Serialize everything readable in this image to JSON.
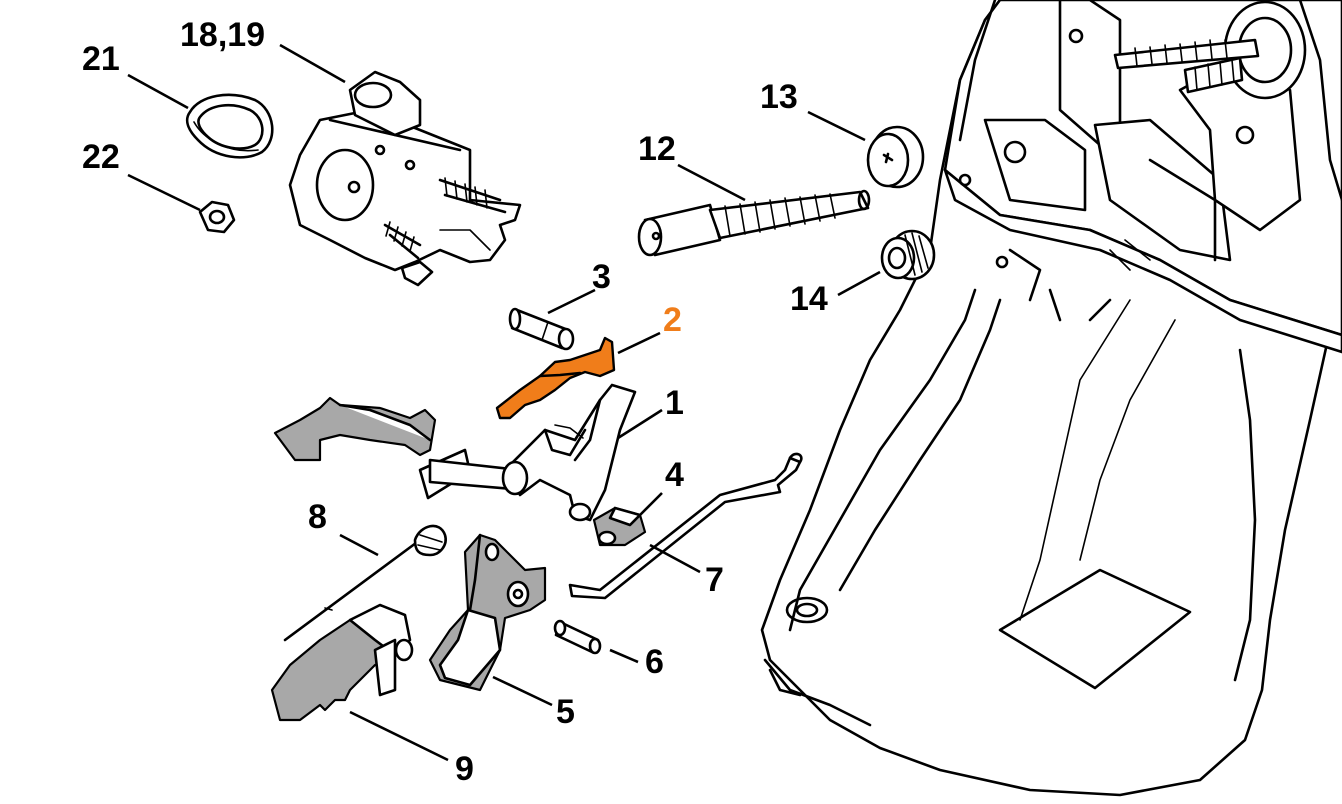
{
  "diagram": {
    "highlight_color": "#f07d1a",
    "labels": {
      "p1": "1",
      "p2": "2",
      "p3": "3",
      "p4": "4",
      "p5": "5",
      "p6": "6",
      "p7": "7",
      "p8": "8",
      "p9": "9",
      "p12": "12",
      "p13": "13",
      "p14": "14",
      "p18_19": "18,19",
      "p21": "21",
      "p22": "22"
    }
  }
}
